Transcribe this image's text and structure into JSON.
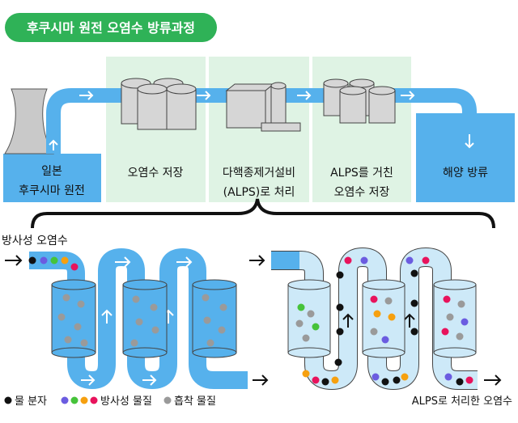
{
  "header": {
    "title": "후쿠시마 원전 오염수 방류과정"
  },
  "stages": [
    {
      "lines": [
        "일본",
        "후쿠시마 원전"
      ]
    },
    {
      "lines": [
        "오염수 저장"
      ]
    },
    {
      "lines": [
        "다핵종제거설비",
        "(ALPS)로 처리"
      ]
    },
    {
      "lines": [
        "ALPS를 거친",
        "오염수 저장"
      ]
    },
    {
      "lines": [
        "해양 방류"
      ]
    }
  ],
  "labels": {
    "input": "방사성 오염수",
    "output": "ALPS로 처리한 오염수"
  },
  "legend": {
    "water": "물 분자",
    "radioactive": "방사성 물질",
    "adsorbent": "흡착 물질"
  },
  "colors": {
    "header_green": "#2fb257",
    "stage_green": "#dff3e4",
    "blue": "#56b1ec",
    "pipe_light": "#cde9f8",
    "particle_black": "#111111",
    "particle_purple": "#6b5ce0",
    "particle_green": "#46c33a",
    "particle_orange": "#f6a00f",
    "particle_pink": "#e8135c",
    "particle_gray": "#9a9a9a"
  }
}
